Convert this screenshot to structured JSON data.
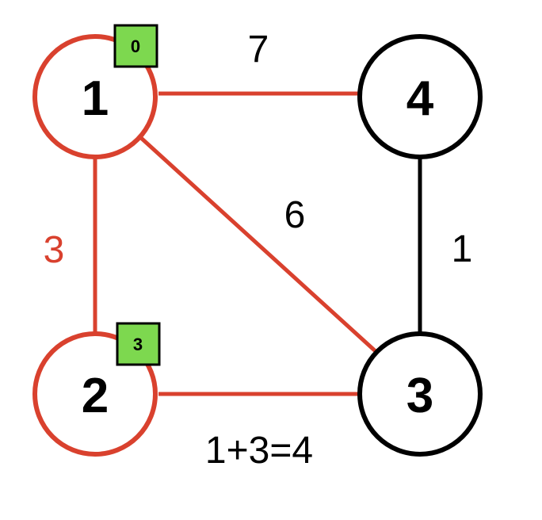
{
  "colors": {
    "highlight": "#d9412e",
    "default": "#000000",
    "badge_fill": "#7dd84f",
    "badge_border": "#000000"
  },
  "nodes": {
    "n1": {
      "label": "1",
      "state": "highlight"
    },
    "n2": {
      "label": "2",
      "state": "highlight"
    },
    "n3": {
      "label": "3",
      "state": "default"
    },
    "n4": {
      "label": "4",
      "state": "default"
    }
  },
  "badges": {
    "n1": "0",
    "n2": "3"
  },
  "edges": [
    {
      "from": "1",
      "to": "4",
      "weight_label": "7",
      "state": "highlight"
    },
    {
      "from": "1",
      "to": "2",
      "weight_label": "3",
      "state": "highlight"
    },
    {
      "from": "1",
      "to": "3",
      "weight_label": "6",
      "state": "highlight"
    },
    {
      "from": "2",
      "to": "3",
      "weight_label": "1+3=4",
      "state": "highlight"
    },
    {
      "from": "4",
      "to": "3",
      "weight_label": "1",
      "state": "default"
    }
  ]
}
